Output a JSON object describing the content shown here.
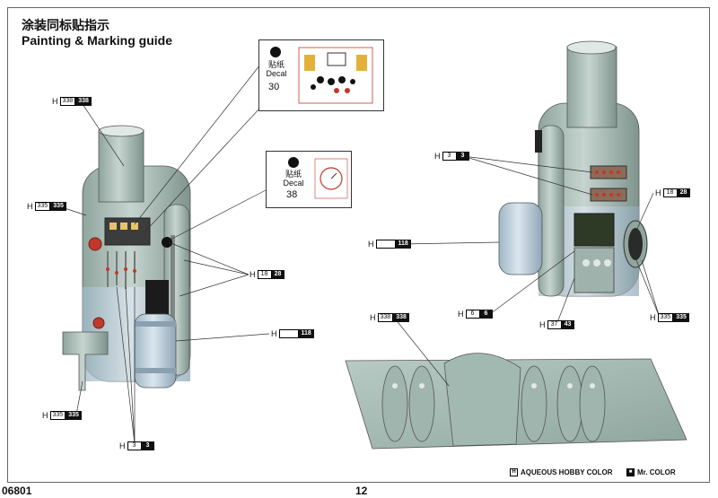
{
  "header": {
    "title_cn": "涂装同标贴指示",
    "title_en": "Painting & Marking guide"
  },
  "footer": {
    "code": "06801",
    "page": "12"
  },
  "legend": {
    "aqueous_box": "H",
    "aqueous": "AQUEOUS HOBBY COLOR",
    "mr_box": "■",
    "mr": "Mr. COLOR"
  },
  "decals": [
    {
      "cn": "贴纸",
      "en": "Decal",
      "number": "30"
    },
    {
      "cn": "贴纸",
      "en": "Decal",
      "number": "38"
    }
  ],
  "labels": [
    {
      "h": "H",
      "w": "338",
      "b": "338"
    },
    {
      "h": "H",
      "w": "335",
      "b": "335"
    },
    {
      "h": "H",
      "w": "18",
      "b": "28"
    },
    {
      "h": "H",
      "w": "",
      "b": "118"
    },
    {
      "h": "H",
      "w": "335",
      "b": "335"
    },
    {
      "h": "H",
      "w": "3",
      "b": "3"
    },
    {
      "h": "H",
      "w": "3",
      "b": "3"
    },
    {
      "h": "H",
      "w": "18",
      "b": "28"
    },
    {
      "h": "H",
      "w": "",
      "b": "118"
    },
    {
      "h": "H",
      "w": "6",
      "b": "6"
    },
    {
      "h": "H",
      "w": "338",
      "b": "338"
    },
    {
      "h": "H",
      "w": "37",
      "b": "43"
    },
    {
      "h": "H",
      "w": "335",
      "b": "335"
    }
  ],
  "colors": {
    "grey_green": "#a9bdb6",
    "light_blue": "#c9d8e0",
    "dark_brown": "#2e3a26",
    "red": "#c0392b"
  }
}
